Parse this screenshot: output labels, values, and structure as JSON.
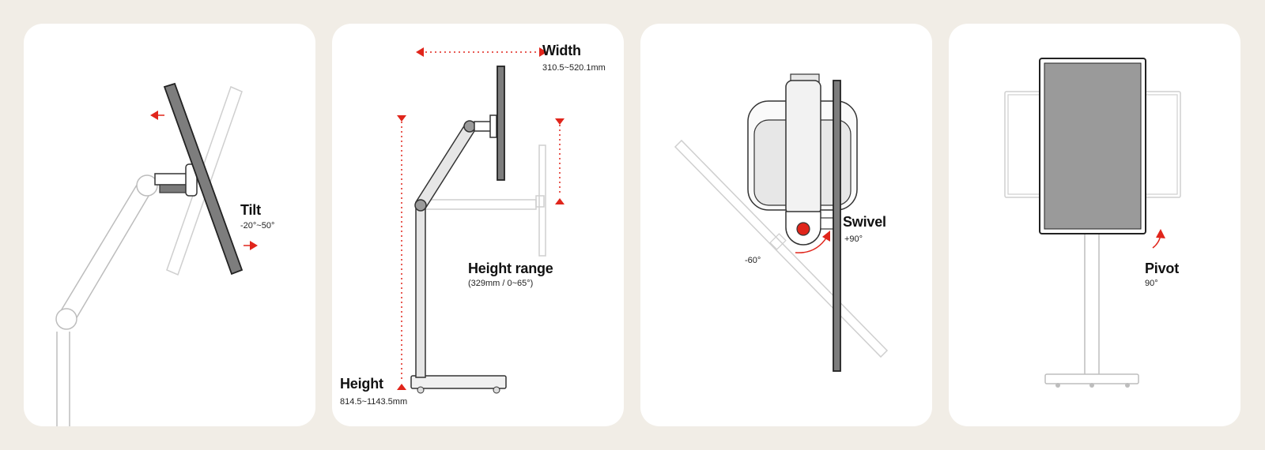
{
  "panels": [
    {
      "title": "Tilt",
      "value": "-20°~50°"
    },
    {
      "width_title": "Width",
      "width_value": "310.5~520.1mm",
      "range_title": "Height range",
      "range_value": "(329mm / 0~65°)",
      "height_title": "Height",
      "height_value": "814.5~1143.5mm"
    },
    {
      "title": "Swivel",
      "value": "+90°",
      "neg_value": "-60°"
    },
    {
      "title": "Pivot",
      "value": "90°"
    }
  ],
  "colors": {
    "accent": "#e0251b",
    "background": "#f1ede6",
    "panel": "#ffffff",
    "screen": "#8c8c8c",
    "ghost": "#c9c9c9"
  }
}
